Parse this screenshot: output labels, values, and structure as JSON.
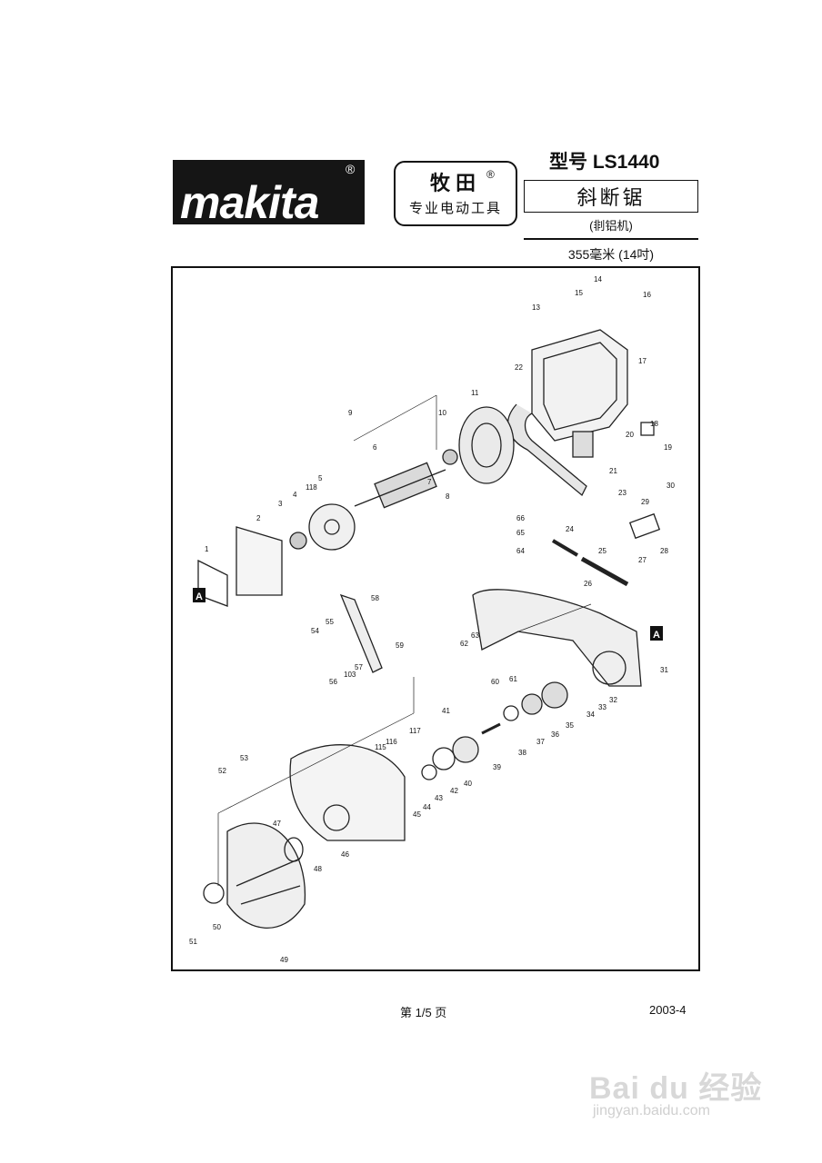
{
  "header": {
    "logo": "makita",
    "logo_mark": "®",
    "brand_cn": "牧田",
    "brand_mark": "®",
    "brand_sub": "专业电动工具",
    "model": "型号 LS1440",
    "product": "斜断锯",
    "product_sub": "(剕铝机)",
    "size": "355毫米 (14吋)"
  },
  "diagram": {
    "section_marks": [
      "A",
      "A"
    ],
    "part_numbers": [
      "1",
      "2",
      "3",
      "4",
      "5",
      "6",
      "7",
      "8",
      "9",
      "10",
      "11",
      "13",
      "14",
      "15",
      "16",
      "17",
      "18",
      "19",
      "20",
      "21",
      "22",
      "23",
      "24",
      "25",
      "26",
      "27",
      "28",
      "29",
      "30",
      "31",
      "32",
      "33",
      "34",
      "35",
      "36",
      "37",
      "38",
      "39",
      "40",
      "41",
      "42",
      "43",
      "44",
      "45",
      "46",
      "47",
      "48",
      "49",
      "50",
      "51",
      "52",
      "53",
      "54",
      "55",
      "56",
      "57",
      "58",
      "59",
      "60",
      "61",
      "62",
      "63",
      "64",
      "65",
      "66",
      "103",
      "115",
      "116",
      "117",
      "118"
    ]
  },
  "footer": {
    "page": "第 1/5 页",
    "date": "2003-4"
  },
  "watermark": {
    "text": "Bai du 经验",
    "url": "jingyan.baidu.com"
  }
}
